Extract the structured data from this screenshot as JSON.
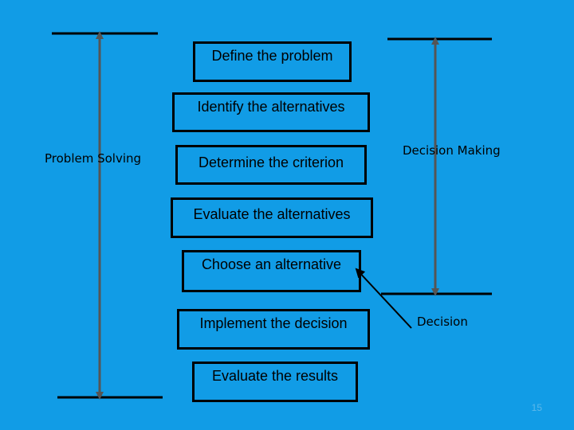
{
  "steps": [
    {
      "label": "Define the problem"
    },
    {
      "label": "Identify the alternatives"
    },
    {
      "label": "Determine the criterion"
    },
    {
      "label": "Evaluate the alternatives"
    },
    {
      "label": "Choose an alternative"
    },
    {
      "label": "Implement the decision"
    },
    {
      "label": "Evaluate the results"
    }
  ],
  "ranges": {
    "problem_solving": "Problem Solving",
    "decision_making": "Decision Making"
  },
  "callout": {
    "label": "Decision"
  },
  "slide_number": "15",
  "colors": {
    "background": "#119CE6",
    "border": "#000000",
    "arrow": "#555555",
    "slide_number": "#5CB8EA"
  }
}
